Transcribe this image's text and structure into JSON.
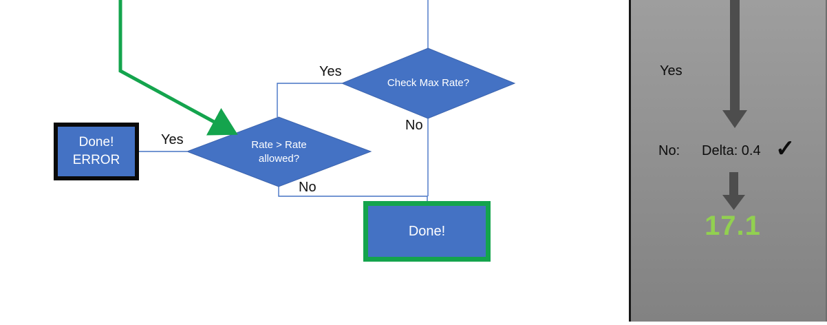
{
  "colors": {
    "shape_blue": "#4472C4",
    "connector_blue": "#4472C4",
    "accent_green": "#14A44D",
    "result_green": "#92D050",
    "panel_gray_top": "#9E9E9E",
    "panel_gray_bottom": "#828282",
    "panel_arrow_gray": "#4D4D4D",
    "done_error_border": "#0a0a0a"
  },
  "flowchart": {
    "decision_check_max_rate": {
      "label": "Check Max Rate?",
      "yes_label": "Yes",
      "no_label": "No"
    },
    "decision_rate_allowed": {
      "label": "Rate > Rate allowed?",
      "yes_label": "Yes",
      "no_label": "No"
    },
    "done_error_box": {
      "label": "Done! ERROR"
    },
    "done_box": {
      "label": "Done!"
    }
  },
  "side_panel": {
    "yes_label": "Yes",
    "no_label": "No:",
    "delta_label": "Delta: 0.4",
    "check_icon": "✓",
    "result_value": "17.1"
  }
}
